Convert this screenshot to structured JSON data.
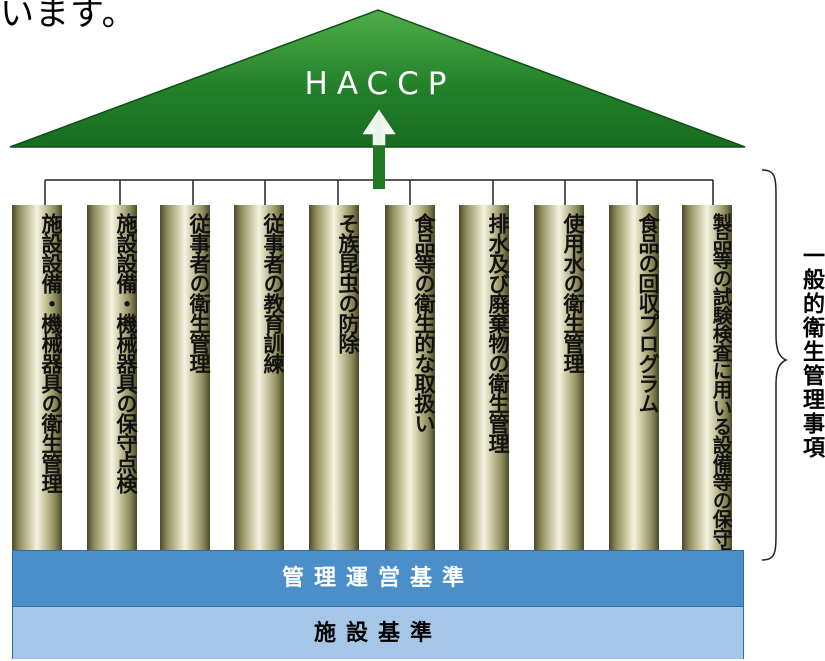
{
  "intro_text": "います。",
  "roof": {
    "title": "HACCP",
    "color": "#1f7a22"
  },
  "pillars": [
    {
      "lines": [
        "施設設備・機械器具の衛生管理"
      ]
    },
    {
      "lines": [
        "施設設備・機械器具の保守点検"
      ]
    },
    {
      "lines": [
        "従事者の衛生管理"
      ]
    },
    {
      "lines": [
        "従事者の教育訓練"
      ]
    },
    {
      "lines": [
        "そ族昆虫の防除"
      ]
    },
    {
      "lines": [
        "食品等の衛生的な取扱い"
      ]
    },
    {
      "lines": [
        "排水及び廃棄物の衛生管理"
      ]
    },
    {
      "lines": [
        "使用水の衛生管理"
      ]
    },
    {
      "lines": [
        "食品の回収プログラム"
      ]
    },
    {
      "lines": [
        "製品等の試験検査に用いる",
        "設備等の保守点検"
      ]
    }
  ],
  "side_label": "一般的衛生管理事項",
  "bands": {
    "management": {
      "label": "管理運営基準",
      "color": "#4a8fc9"
    },
    "facility": {
      "label": "施設基準",
      "color": "#a6c6e8"
    }
  }
}
